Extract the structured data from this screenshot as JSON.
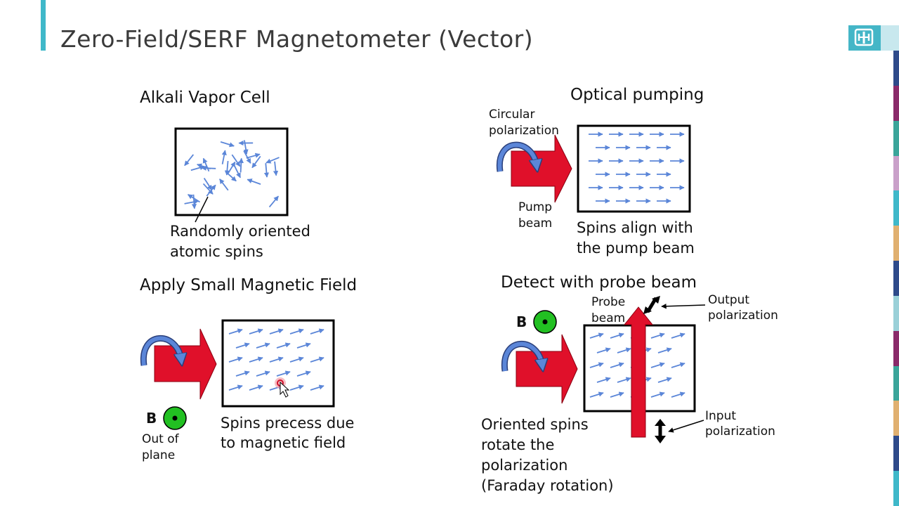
{
  "title": "Zero-Field/SERF Magnetometer (Vector)",
  "colors": {
    "accent": "#3fb8c9",
    "beam_red": "#e0102a",
    "spin_blue": "#5b86d8",
    "field_green": "#22c022",
    "stripes": [
      "#2e4a8a",
      "#8a2a6a",
      "#3aa59a",
      "#c9a0c9",
      "#3fb8c9",
      "#e0b070",
      "#2e4a8a",
      "#9ad0d8",
      "#8a2a6a",
      "#3aa59a",
      "#e0b070",
      "#2e4a8a",
      "#3fb8c9"
    ]
  },
  "logo": {
    "icon": "sandia-thunderbird-icon"
  },
  "panels": {
    "vapor_cell": {
      "heading": "Alkali Vapor Cell",
      "caption_line1": "Randomly oriented",
      "caption_line2": "atomic spins"
    },
    "optical_pumping": {
      "heading": "Optical pumping",
      "circ_line1": "Circular",
      "circ_line2": "polarization",
      "pump_line1": "Pump",
      "pump_line2": "beam",
      "caption_line1": "Spins align with",
      "caption_line2": "the pump beam"
    },
    "magnetic_field": {
      "heading": "Apply Small Magnetic Field",
      "b_label": "B",
      "out_line1": "Out of",
      "out_line2": "plane",
      "caption_line1": "Spins precess due",
      "caption_line2": "to magnetic field"
    },
    "probe": {
      "heading": "Detect with probe beam",
      "b_label": "B",
      "probe_line1": "Probe",
      "probe_line2": "beam",
      "output_line1": "Output",
      "output_line2": "polarization",
      "input_line1": "Input",
      "input_line2": "polarization",
      "caption_line1": "Oriented spins",
      "caption_line2": "rotate the",
      "caption_line3": "polarization",
      "caption_line4": "(Faraday rotation)"
    }
  }
}
